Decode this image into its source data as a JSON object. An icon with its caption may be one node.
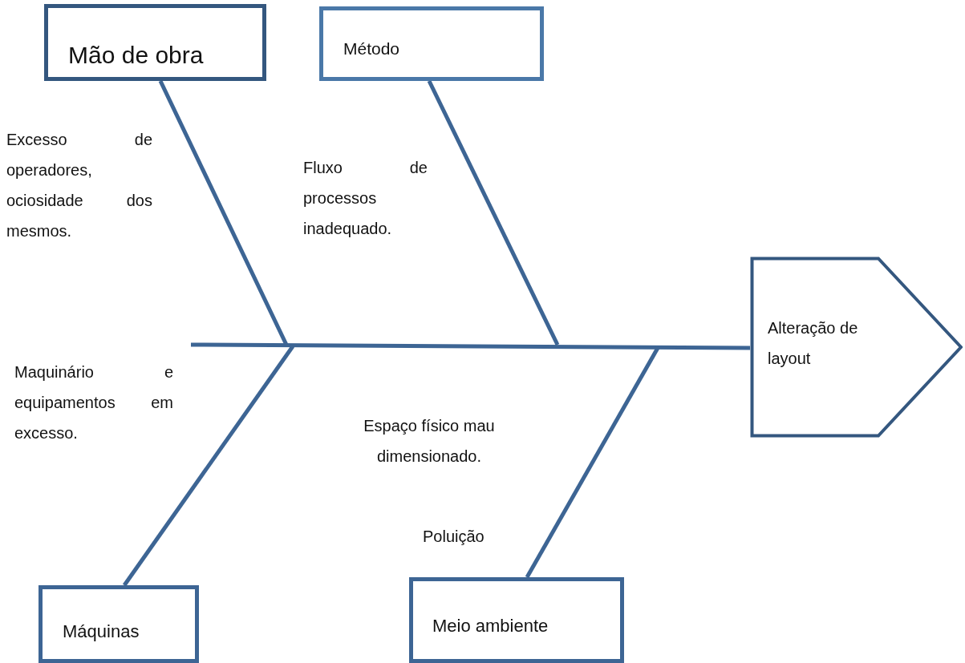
{
  "diagram": {
    "nodes": [
      {
        "text": [
          "Mão de obra"
        ]
      },
      {
        "text": [
          "Método"
        ]
      },
      {
        "text": [
          "Alteração de layout"
        ]
      },
      {
        "text": [
          "Máquinas"
        ]
      },
      {
        "text": [
          "Meio ambiente"
        ]
      }
    ],
    "edges": [
      {
        "from": null,
        "to": 2,
        "arrow": "none"
      },
      {
        "from": 0,
        "to": null,
        "arrow": "none"
      },
      {
        "from": 1,
        "to": null,
        "arrow": "none"
      },
      {
        "from": 3,
        "to": null,
        "arrow": "none"
      },
      {
        "from": 4,
        "to": null,
        "arrow": "none"
      }
    ],
    "labels": [
      "Excesso de operadores, ociosidade dos mesmos.",
      "Fluxo de processos inadequado.",
      "Maquinário e equipamentos em excesso.",
      "Espaço físico mau dimensionado.",
      "Poluição"
    ]
  }
}
